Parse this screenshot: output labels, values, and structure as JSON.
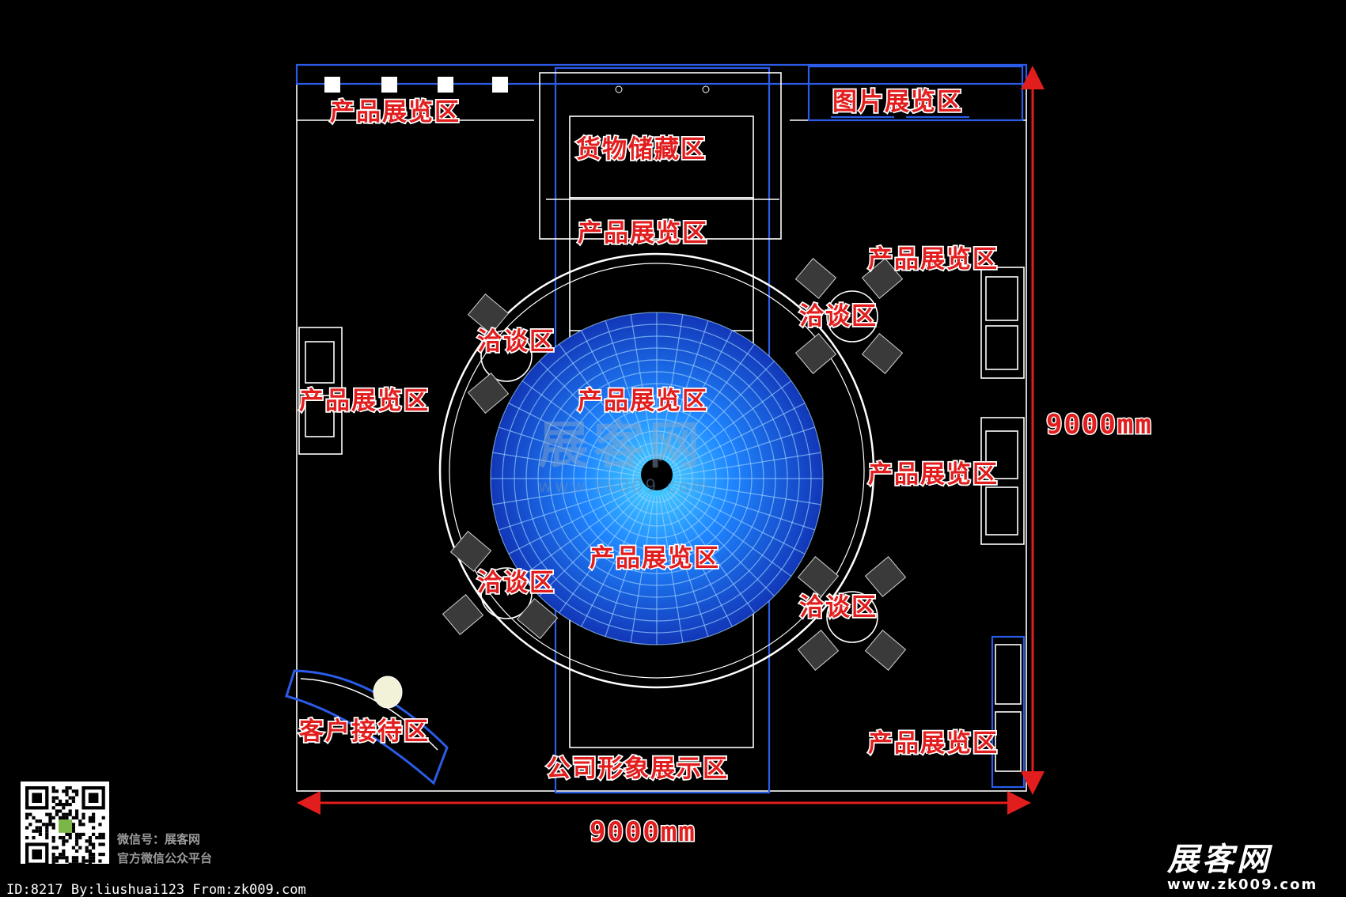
{
  "zones": {
    "product_top_left": "产品展览区",
    "picture_top_right": "图片展览区",
    "storage": "货物储藏区",
    "product_below_storage": "产品展览区",
    "product_right_upper": "产品展览区",
    "negotiation_upper_right": "洽谈区",
    "negotiation_upper_left": "洽谈区",
    "product_left": "产品展览区",
    "product_center": "产品展览区",
    "product_right_middle": "产品展览区",
    "product_center_lower": "产品展览区",
    "negotiation_lower_left": "洽谈区",
    "negotiation_lower_right": "洽谈区",
    "reception": "客户接待区",
    "product_right_lower": "产品展览区",
    "company_image": "公司形象展示区"
  },
  "dimensions": {
    "width": "9000mm",
    "height": "9000mm"
  },
  "watermark": {
    "logo": "展客网",
    "url": "www.zk009.com"
  },
  "qr_caption": {
    "line1": "微信号：展客网",
    "line2": "官方微信公众平台"
  },
  "footer": {
    "id_text": "ID:8217 By:liushuai123 From:zk009.com"
  },
  "brand": {
    "name": "展客网",
    "url": "www.zk009.com"
  },
  "colors": {
    "background": "#000000",
    "line": "#ffffff",
    "accent_blue": "#2b5ce8",
    "carpet_blue": "#1e8cff",
    "label_red": "#e21d1d"
  }
}
